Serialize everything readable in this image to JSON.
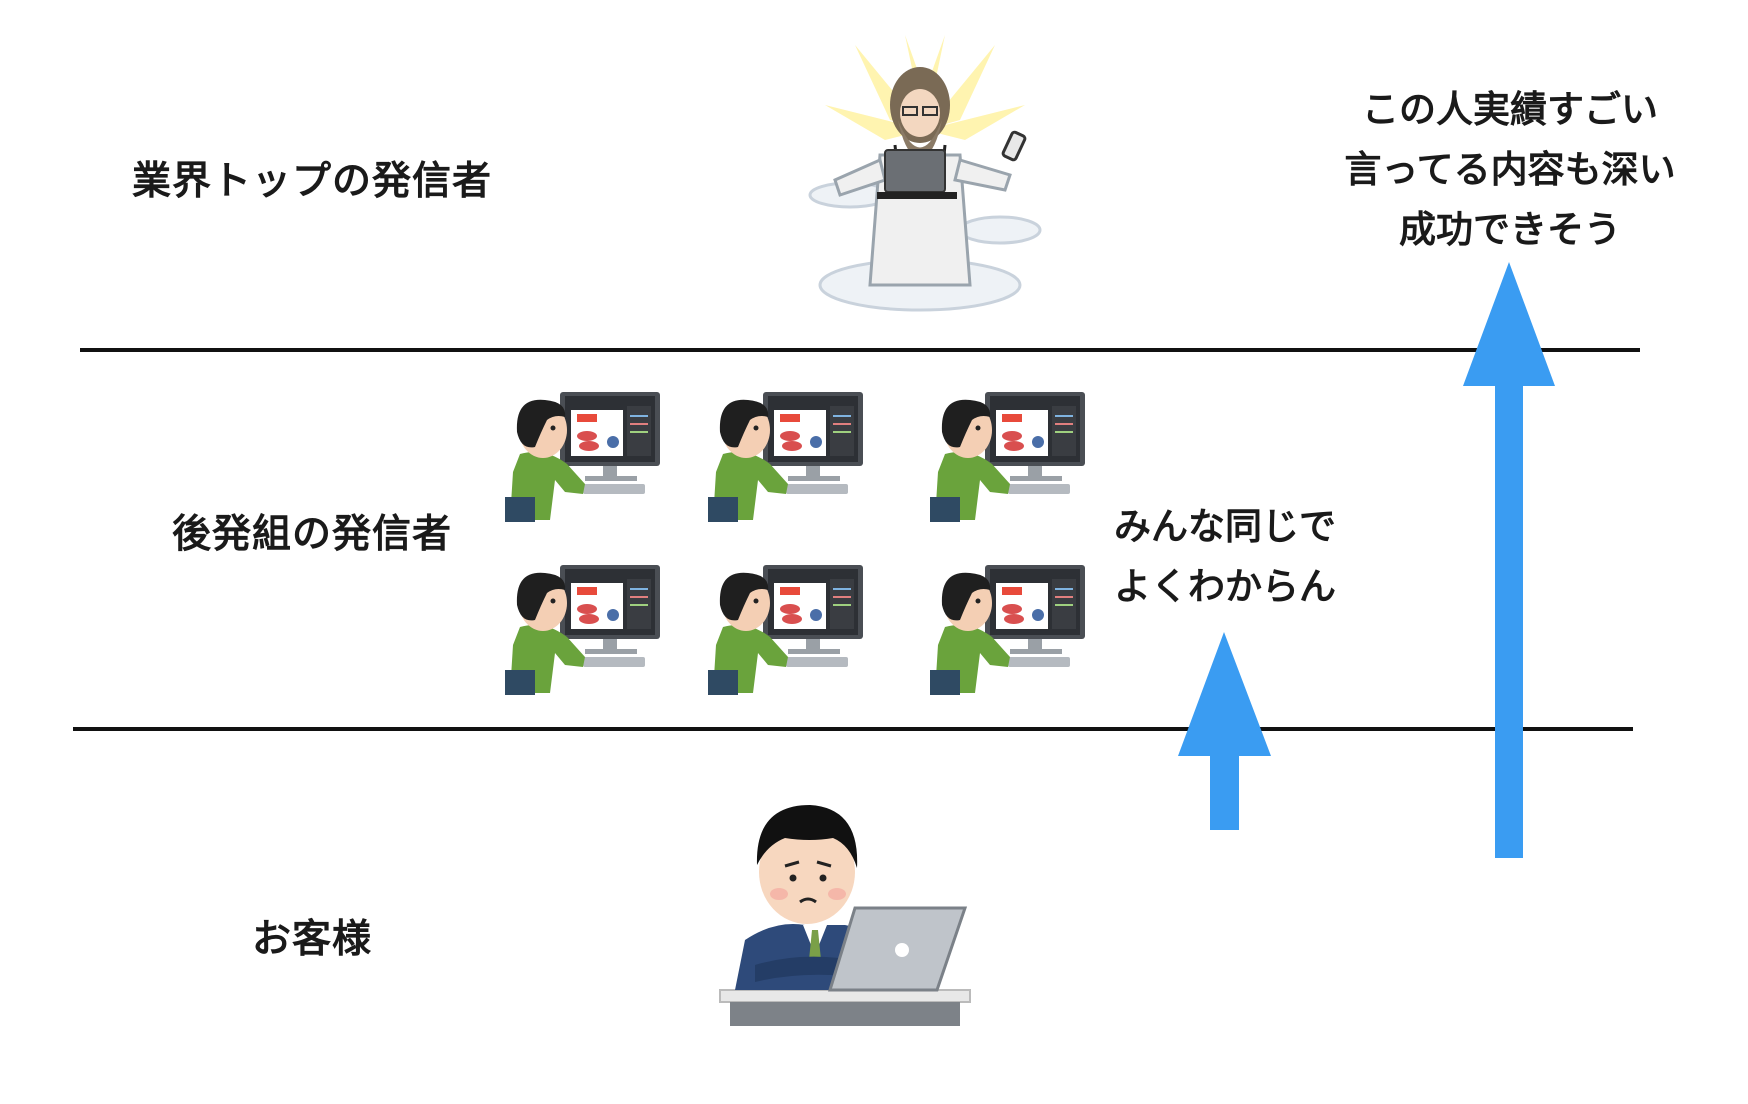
{
  "tiers": {
    "top": {
      "label": "業界トップの発信者"
    },
    "middle": {
      "label": "後発組の発信者"
    },
    "bottom": {
      "label": "お客様"
    }
  },
  "notes": {
    "top": [
      "この人実績すごい",
      "言ってる内容も深い",
      "成功できそう"
    ],
    "middle": [
      "みんな同じで",
      "よくわからん"
    ]
  },
  "colors": {
    "arrow": "#3a9cf2",
    "divider": "#111111"
  },
  "icons": {
    "top_figure": "guru-with-laptop-on-cloud",
    "middle_figure": "person-at-monitor",
    "bottom_figure": "confused-businessman-with-laptop"
  }
}
